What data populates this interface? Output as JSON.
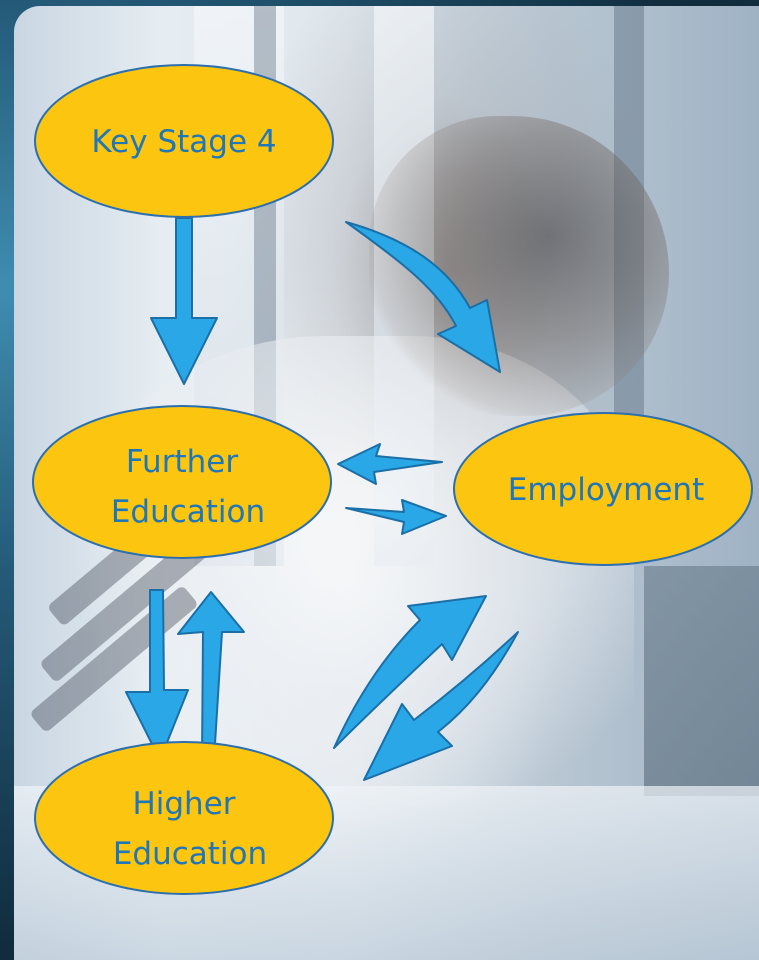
{
  "nodes": {
    "key_stage_4": {
      "lines": [
        "Key Stage 4"
      ]
    },
    "further_education": {
      "lines": [
        "Further",
        "Education"
      ]
    },
    "employment": {
      "lines": [
        "Employment"
      ]
    },
    "higher_education": {
      "lines": [
        "Higher",
        "Education"
      ]
    }
  },
  "colors": {
    "node_fill": "#fcc50f",
    "node_stroke": "#2c6fae",
    "node_text": "#1f76b9",
    "arrow_fill": "#29a7e6",
    "arrow_stroke": "#1b6fa6"
  }
}
